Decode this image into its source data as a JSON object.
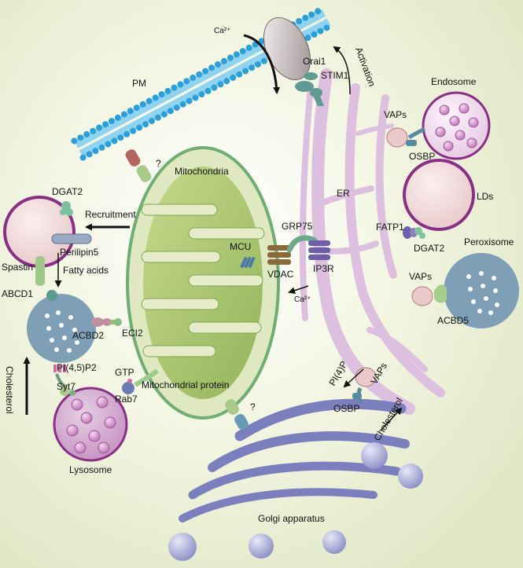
{
  "labels": {
    "pm": "PM",
    "ca_top": "Ca²⁺",
    "orai1": "Orai1",
    "stim1": "STIM1",
    "activation": "Activation",
    "endosome": "Endosome",
    "vaps_endosome": "VAPs",
    "osbp_endosome": "OSBP",
    "mitochondria": "Mitochondria",
    "q_pm": "?",
    "dgat2_left": "DGAT2",
    "recruitment": "Recruitment",
    "perilipin5": "Perilipin5",
    "spastin": "Spastin",
    "fatty_acids": "Fatty acids",
    "abcd1": "ABCD1",
    "acbd2": "ACBD2",
    "eci2": "ECI2",
    "mcu": "MCU",
    "grp75": "GRP75",
    "vdac": "VDAC",
    "ip3r": "IP3R",
    "ca_mid": "Ca²⁺",
    "er": "ER",
    "lds": "LDs",
    "fatp1": "FATP1",
    "dgat2_right": "DGAT2",
    "peroxisome": "Peroxisome",
    "vaps_perox": "VAPs",
    "acbd5": "ACBD5",
    "pi45p2": "PI(4,5)P2",
    "cholesterol_left": "Cholesterol",
    "syt7": "Syt7",
    "gtp": "GTP",
    "rab7": "Rab7",
    "mito_protein": "Mitochondrial protein",
    "q_golgi": "?",
    "pi4p": "PI(4)P",
    "vaps_golgi": "VAPs",
    "osbp_golgi": "OSBP",
    "cholesterol_right": "Cholesterol",
    "lysosome": "Lysosome",
    "golgi": "Golgi apparatus"
  }
}
